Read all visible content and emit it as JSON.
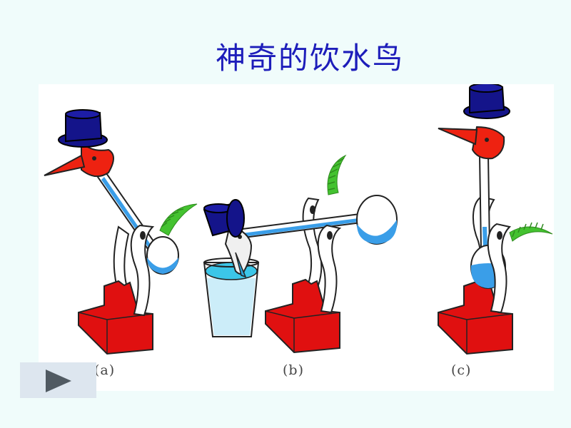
{
  "slide": {
    "title": "神奇的饮水鸟"
  },
  "figure": {
    "captions": [
      "(a)",
      "(b)",
      "(c)"
    ],
    "colors": {
      "hat": "#14148a",
      "beak": "#ee2211",
      "base": "#e01010",
      "liquid": "#3a9ee8",
      "feather": "#44c230",
      "outline": "#222222"
    }
  },
  "controls": {
    "play_icon": "play-triangle-icon"
  }
}
